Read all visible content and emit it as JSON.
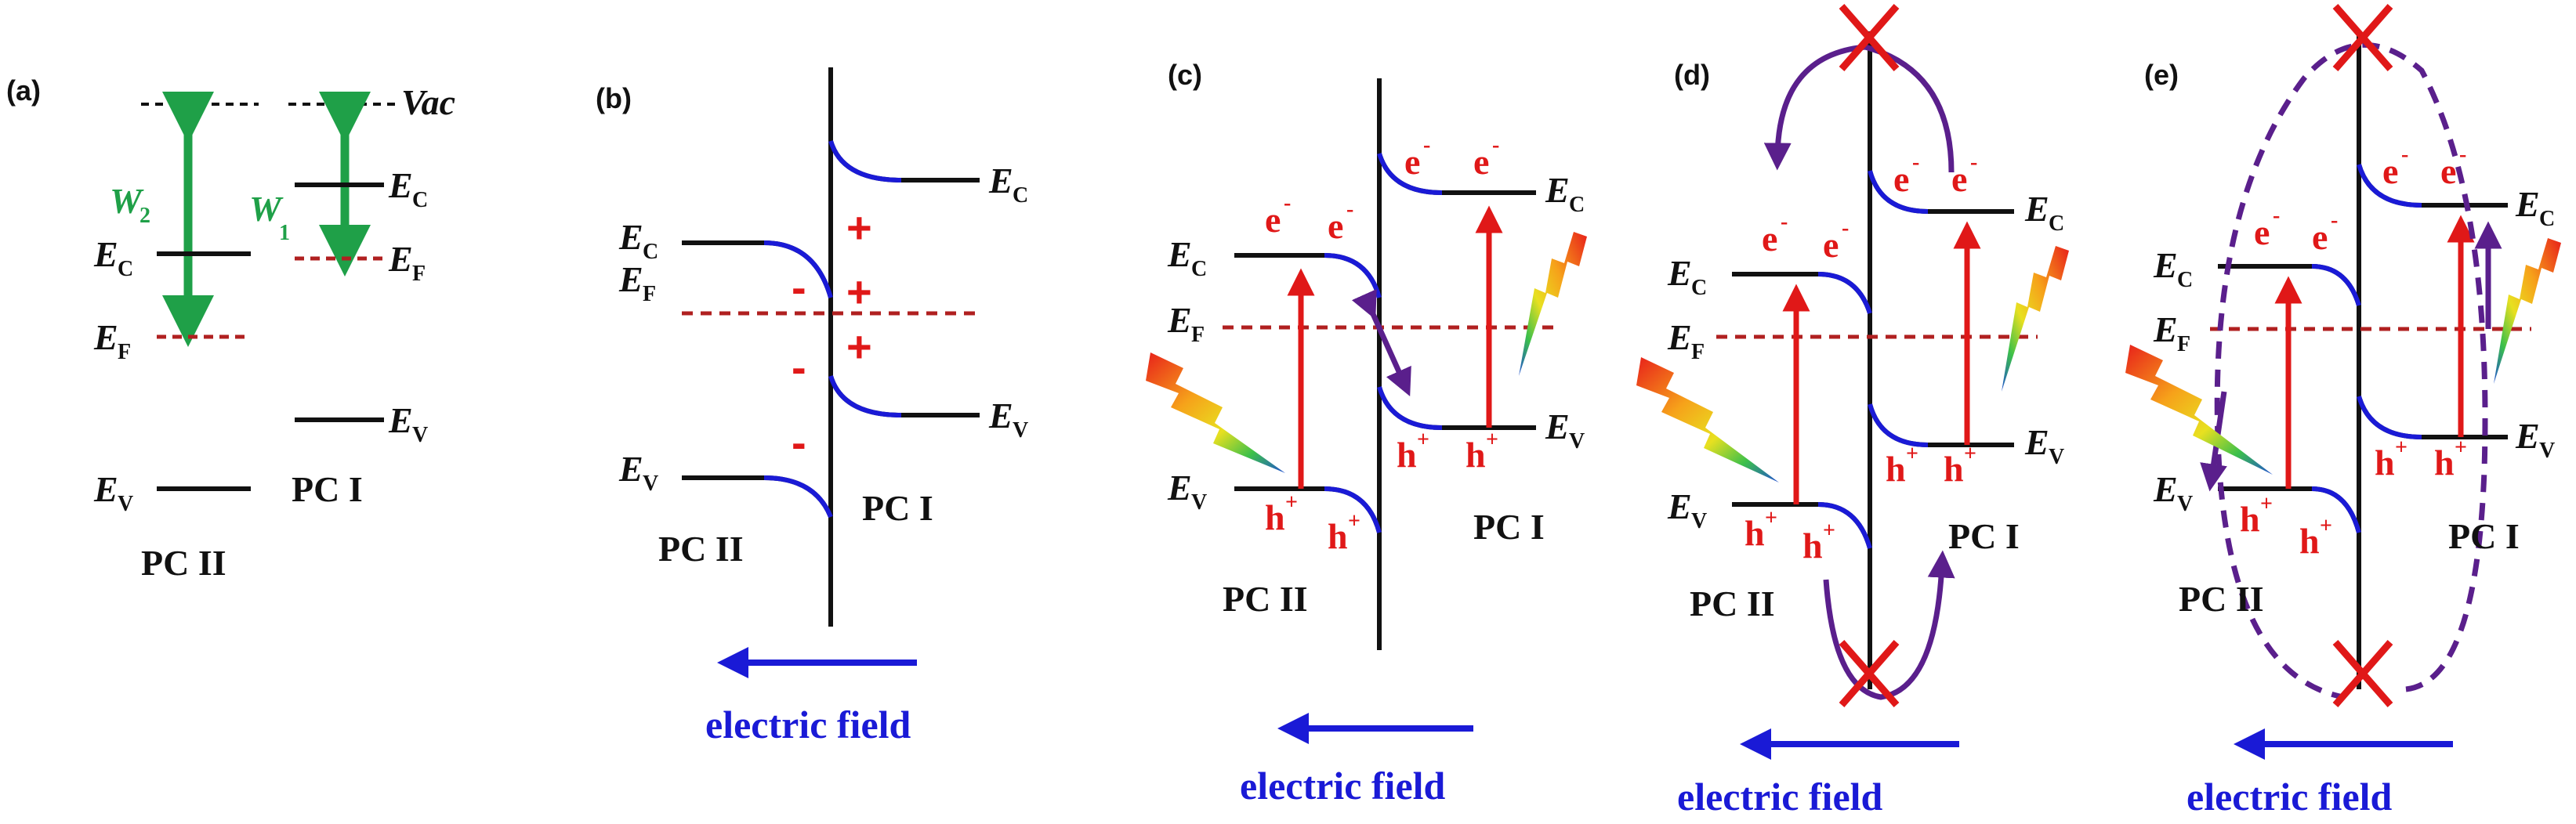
{
  "colors": {
    "red": "#e01818",
    "blue": "#1a1ad6",
    "green": "#1fa048",
    "purple": "#5a1f8c",
    "black": "#111111",
    "fermi": "#b02020"
  },
  "panels": {
    "a": {
      "tag": "(a)",
      "vac": "Vac",
      "w2": "W",
      "w2_sub": "2",
      "w1": "W",
      "w1_sub": "1",
      "ec_left": "E",
      "ec_left_sub": "C",
      "ef_left": "E",
      "ef_left_sub": "F",
      "ev_left": "E",
      "ev_left_sub": "V",
      "ec_right": "E",
      "ec_right_sub": "C",
      "ef_right": "E",
      "ef_right_sub": "F",
      "ev_right": "E",
      "ev_right_sub": "V",
      "pc1": "PC I",
      "pc2": "PC II"
    },
    "b": {
      "tag": "(b)",
      "ec_left": "E",
      "ec_left_sub": "C",
      "ef": "E",
      "ef_sub": "F",
      "ev_left": "E",
      "ev_left_sub": "V",
      "ec_right": "E",
      "ec_right_sub": "C",
      "ev_right": "E",
      "ev_right_sub": "V",
      "plus": "+",
      "minus": "-",
      "pc1": "PC I",
      "pc2": "PC II",
      "field": "electric field"
    },
    "c": {
      "tag": "(c)",
      "ec_left": "E",
      "ec_left_sub": "C",
      "ef": "E",
      "ef_sub": "F",
      "ev_left": "E",
      "ev_left_sub": "V",
      "ec_right": "E",
      "ec_right_sub": "C",
      "ev_right": "E",
      "ev_right_sub": "V",
      "electron": "e",
      "hole": "h",
      "minus_sup": "-",
      "plus_sup": "+",
      "pc1": "PC I",
      "pc2": "PC II",
      "field": "electric field"
    },
    "d": {
      "tag": "(d)",
      "ec_left": "E",
      "ec_left_sub": "C",
      "ef": "E",
      "ef_sub": "F",
      "ev_left": "E",
      "ev_left_sub": "V",
      "ec_right": "E",
      "ec_right_sub": "C",
      "ev_right": "E",
      "ev_right_sub": "V",
      "electron": "e",
      "hole": "h",
      "minus_sup": "-",
      "plus_sup": "+",
      "pc1": "PC I",
      "pc2": "PC II",
      "field": "electric field"
    },
    "e": {
      "tag": "(e)",
      "ec_left": "E",
      "ec_left_sub": "C",
      "ef": "E",
      "ef_sub": "F",
      "ev_left": "E",
      "ev_left_sub": "V",
      "ec_right": "E",
      "ec_right_sub": "C",
      "ev_right": "E",
      "ev_right_sub": "V",
      "electron": "e",
      "hole": "h",
      "minus_sup": "-",
      "plus_sup": "+",
      "pc1": "PC I",
      "pc2": "PC II",
      "field": "electric field"
    }
  }
}
